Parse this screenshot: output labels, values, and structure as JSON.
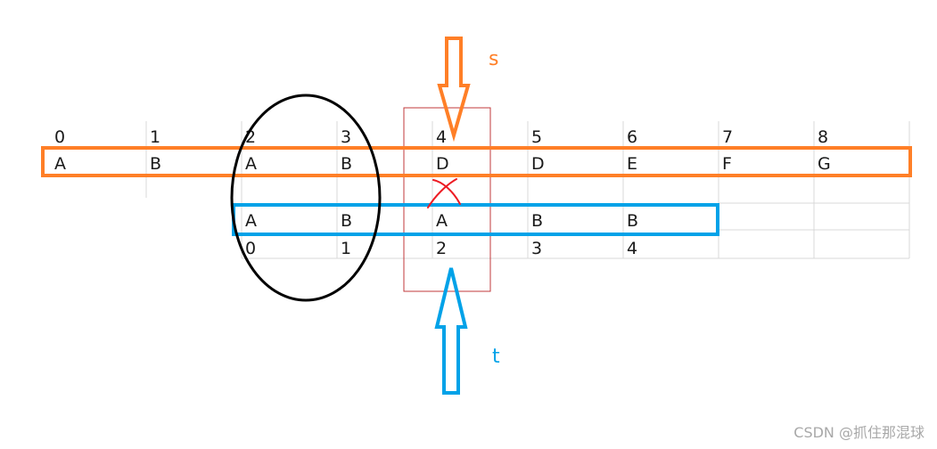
{
  "source_string": {
    "indices": [
      "0",
      "1",
      "2",
      "3",
      "4",
      "5",
      "6",
      "7",
      "8"
    ],
    "chars": [
      "A",
      "B",
      "A",
      "B",
      "D",
      "D",
      "E",
      "F",
      "G"
    ]
  },
  "pattern_string": {
    "chars": [
      "A",
      "B",
      "A",
      "B",
      "B"
    ],
    "indices": [
      "0",
      "1",
      "2",
      "3",
      "4"
    ]
  },
  "pointers": {
    "s_label": "s",
    "t_label": "t"
  },
  "colors": {
    "source": "#ff7f27",
    "pattern": "#00a2e8",
    "mismatch": "#ed1c24",
    "ellipse": "#000000",
    "grid": "#d9d9d9"
  },
  "watermark": "CSDN @抓住那混球"
}
